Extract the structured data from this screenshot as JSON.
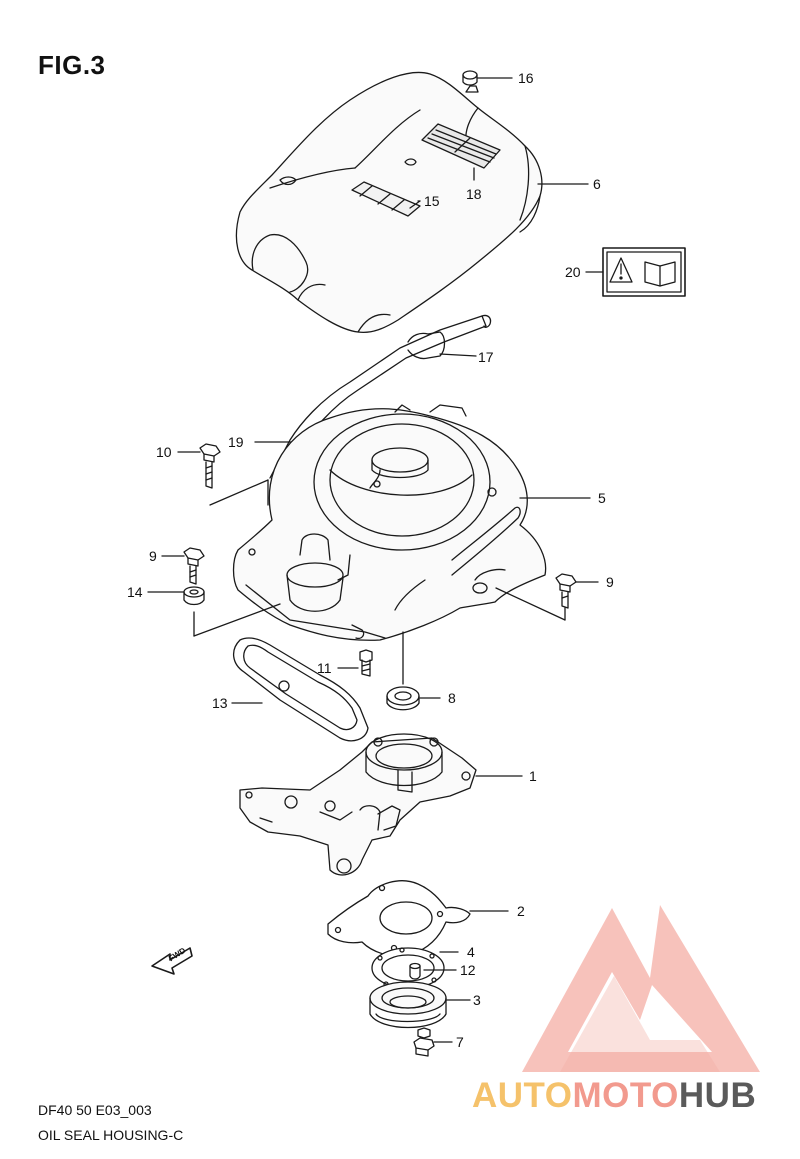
{
  "figure": {
    "title": "FIG.3",
    "code": "DF40 50 E03_003",
    "name": "OIL SEAL HOUSING-C"
  },
  "callouts": {
    "c16": "16",
    "c6": "6",
    "c18": "18",
    "c15": "15",
    "c20": "20",
    "c17": "17",
    "c19": "19",
    "c10": "10",
    "c5": "5",
    "c9a": "9",
    "c14": "14",
    "c9b": "9",
    "c11": "11",
    "c8": "8",
    "c13": "13",
    "c1": "1",
    "c2": "2",
    "c4": "4",
    "c12": "12",
    "c3": "3",
    "c7": "7"
  },
  "fwd_marker": "FWD",
  "watermark": {
    "part1": "AUTO",
    "part2": "MOTO",
    "part3": "HUB"
  },
  "colors": {
    "line": "#1a1a1a",
    "watermark_orange": "#f5c26b",
    "watermark_red": "#f29a8e",
    "watermark_gray": "#5a5a5a"
  }
}
